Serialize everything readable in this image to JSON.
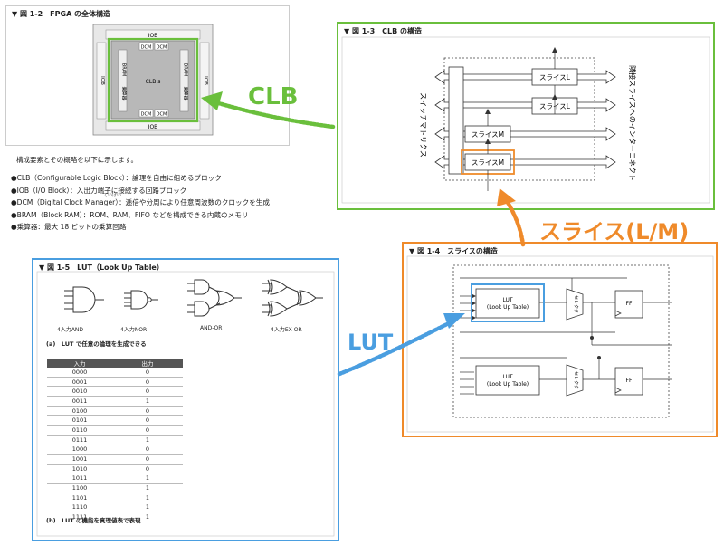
{
  "fig12": {
    "title": "▼ 図 1-2　FPGA の全体構造",
    "iob_top": "IOB",
    "iob_bottom": "IOB",
    "iob_left": "IOB",
    "iob_right": "IOB",
    "dcm": "DCM",
    "clb": "CLB s",
    "bram": "BRAM",
    "mult": "乗算器"
  },
  "intro": "構成要素とその概略を以下に示します。",
  "bullets": [
    "●CLB（Configurable Logic Block）：論理を自由に組めるブロック",
    "●IOB（I/O Block）：入出力端子に接続する回路ブロック",
    "●DCM（Digital Clock Manager）：逓倍や分周により任意周波数のクロックを生成",
    "●BRAM（Block RAM）：ROM、RAM、FIFO などを構成できる内蔵のメモリ",
    "●乗算器：最大 18 ビットの乗算回路"
  ],
  "ruby": "ていばい",
  "fig13": {
    "title": "▼ 図 1-3　CLB の構造",
    "switch": "スイッチマトリクス",
    "interconnect": "隣接スライスへのインターコネクト",
    "sliceL": "スライスL",
    "sliceM": "スライスM"
  },
  "fig14": {
    "title": "▼ 図 1-4　スライスの構造",
    "lut1": "LUT",
    "lut2": "(Look Up Table)",
    "sel": "セレクタ",
    "ff": "FF"
  },
  "fig15": {
    "title": "▼ 図 1-5　LUT（Look Up Table）",
    "gate1": "4入力AND",
    "gate2": "4入力NOR",
    "gate3": "AND-OR",
    "gate4": "4入力EX-OR",
    "caption_a": "(a)　LUT で任意の論理を生成できる",
    "caption_b": "(b)　LUT の機能を真理値表で表現",
    "col_in": "入力",
    "col_out": "出力",
    "rows": [
      [
        "0000",
        "0"
      ],
      [
        "0001",
        "0"
      ],
      [
        "0010",
        "0"
      ],
      [
        "0011",
        "1"
      ],
      [
        "0100",
        "0"
      ],
      [
        "0101",
        "0"
      ],
      [
        "0110",
        "0"
      ],
      [
        "0111",
        "1"
      ],
      [
        "1000",
        "0"
      ],
      [
        "1001",
        "0"
      ],
      [
        "1010",
        "0"
      ],
      [
        "1011",
        "1"
      ],
      [
        "1100",
        "1"
      ],
      [
        "1101",
        "1"
      ],
      [
        "1110",
        "1"
      ],
      [
        "1111",
        "1"
      ]
    ]
  },
  "labels": {
    "clb": "CLB",
    "slice": "スライス(L/M)",
    "lut": "LUT"
  },
  "colors": {
    "green": "#6abf3c",
    "orange": "#ef8a2a",
    "blue": "#4a9ee0"
  }
}
